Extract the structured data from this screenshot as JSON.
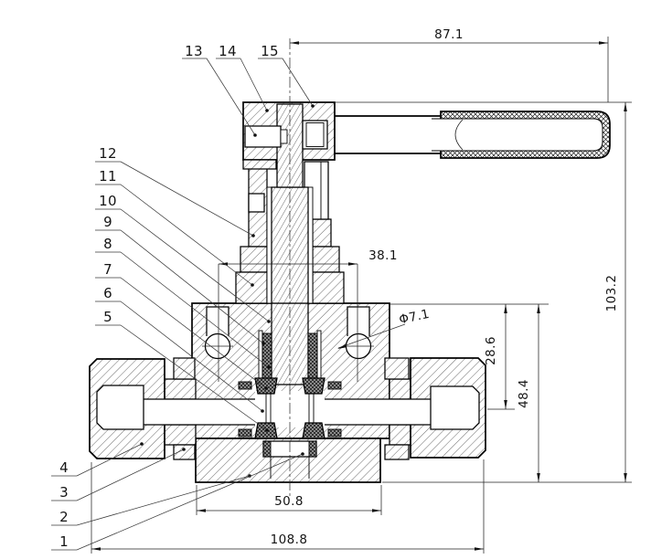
{
  "drawing": {
    "background": "#ffffff",
    "line_color": "#141414",
    "dims": {
      "handle_length": "87.1",
      "overall_height": "103.2",
      "bonnet_hole_spacing": "38.1",
      "hole_diameter": "Φ7.1",
      "port_height": "28.6",
      "body_height": "48.4",
      "block_width": "50.8",
      "overall_width": "108.8"
    },
    "callouts": {
      "c1": "1",
      "c2": "2",
      "c3": "3",
      "c4": "4",
      "c5": "5",
      "c6": "6",
      "c7": "7",
      "c8": "8",
      "c9": "9",
      "c10": "10",
      "c11": "11",
      "c12": "12",
      "c13": "13",
      "c14": "14",
      "c15": "15"
    }
  }
}
